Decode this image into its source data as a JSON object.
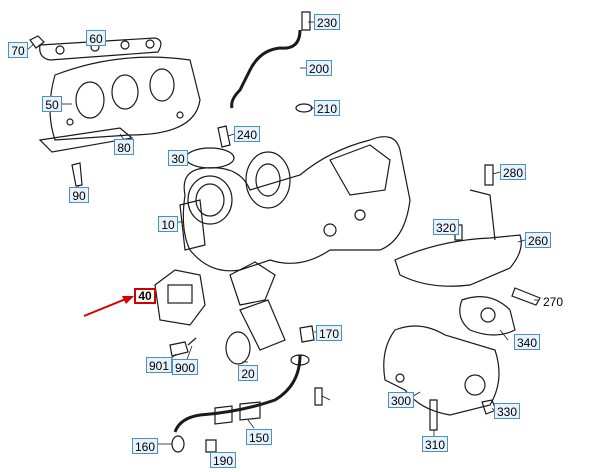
{
  "colors": {
    "callout_border": "#4a8fc9",
    "callout_fill": "#e8f2fb",
    "highlight": "#d40000",
    "line": "#1a1a1a"
  },
  "labels": {
    "l230": "230",
    "l60": "60",
    "l70": "70",
    "l200": "200",
    "l210": "210",
    "l50": "50",
    "l240": "240",
    "l80": "80",
    "l30": "30",
    "l280": "280",
    "l90": "90",
    "l10": "10",
    "l320": "320",
    "l260": "260",
    "l40": "40",
    "l270": "270",
    "l170": "170",
    "l340": "340",
    "l901": "901",
    "l900": "900",
    "l20": "20",
    "l300": "300",
    "l330": "330",
    "l150": "150",
    "l160": "160",
    "l310": "310",
    "l190": "190"
  }
}
